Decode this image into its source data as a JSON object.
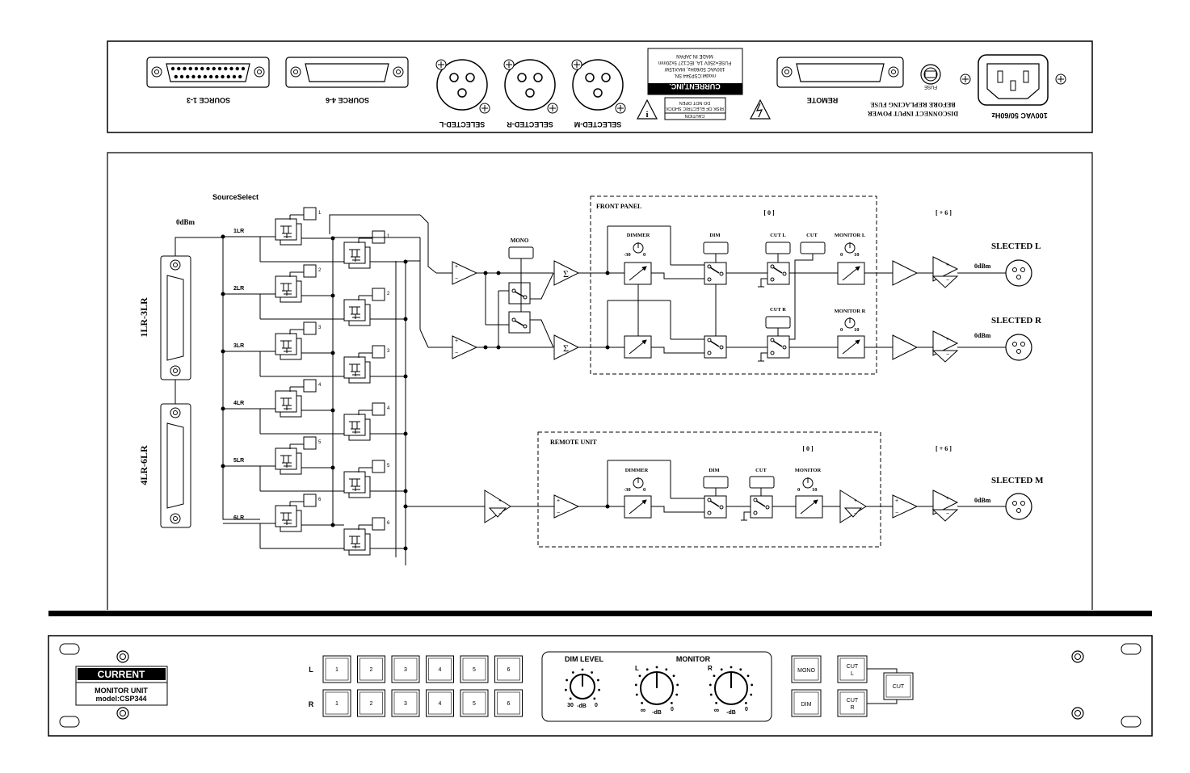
{
  "rear_panel": {
    "connectors": [
      "SOURCE 1-3",
      "SOURCE 4-6",
      "REMOTE"
    ],
    "xlr_outputs": [
      "SELECTED-L",
      "SELECTED-R",
      "SELECTED-M"
    ],
    "label_company": "CURRENT,INC.",
    "label_lines": [
      "model:CSP344 SN.",
      "100VAC 50/60Hz, MAX15W",
      "FUSE=250V 1A, IEC127 5x20mm",
      "MADE IN JAPAN"
    ],
    "caution_title": "CAUTION",
    "caution_lines": [
      "RISK OF ELECTRIC SHOCK",
      "DO NOT OPEN"
    ],
    "fuse_label": "FUSE",
    "fuse_warning": [
      "DISCONNECT INPUT POWER",
      "BEFORE REPLACING FUSE"
    ],
    "power_label": "100VAC 50/60Hz"
  },
  "block_diagram": {
    "source_select": "SourceSelect",
    "input_level": "0dBm",
    "input_connectors": [
      "1LR-3LR",
      "4LR-6LR"
    ],
    "channels": [
      "1LR",
      "2LR",
      "3LR",
      "4LR",
      "5LR",
      "6LR"
    ],
    "switch_numbers": [
      "1",
      "2",
      "3",
      "4",
      "5",
      "6"
    ],
    "mono": "MONO",
    "sigma": "Σ",
    "front_panel": {
      "title": "FRONT PANEL",
      "gain": "[ 0 ]",
      "dimmer": "DIMMER",
      "dim": "DIM",
      "cut_l": "CUT L",
      "cut": "CUT",
      "cut_r": "CUT R",
      "monitor_l": "MONITOR L",
      "monitor_r": "MONITOR R",
      "dimmer_min": "-30",
      "dimmer_max": "0",
      "mon_min": "0",
      "mon_max": "10"
    },
    "remote_unit": {
      "title": "REMOTE UNIT",
      "gain": "[ 0 ]",
      "dimmer": "DIMMER",
      "dim": "DIM",
      "cut": "CUT",
      "monitor": "MONITOR"
    },
    "out_gain": "[ + 6 ]",
    "out_level": "0dBm",
    "outputs": [
      "SLECTED L",
      "SLECTED R",
      "SLECTED M"
    ]
  },
  "front_panel_unit": {
    "brand": "CURRENT",
    "model_line1": "MONITOR UNIT",
    "model_line2": "model:CSP344",
    "row_l": "L",
    "row_r": "R",
    "buttons": [
      "1",
      "2",
      "3",
      "4",
      "5",
      "6"
    ],
    "dim_level": "DIM LEVEL",
    "monitor": "MONITOR",
    "knob_l": "L",
    "knob_r": "R",
    "dim_scale": [
      "30",
      "-dB",
      "0"
    ],
    "mon_scale": [
      "∞",
      "-dB",
      "0"
    ],
    "mono_button": "MONO",
    "dim_button": "DIM",
    "cut_l_button": [
      "CUT",
      "L"
    ],
    "cut_r_button": [
      "CUT",
      "R"
    ],
    "cut_button": "CUT"
  }
}
